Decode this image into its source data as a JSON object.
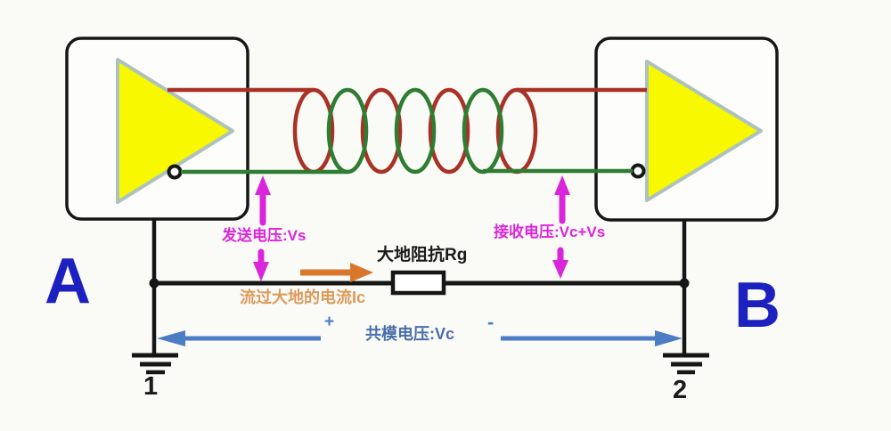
{
  "page": {
    "background": "#FAFAF7"
  },
  "nodes": {
    "a": "A",
    "b": "B"
  },
  "grounds": {
    "left_label": "1",
    "right_label": "2"
  },
  "annotations": {
    "send_voltage": "发送电压:Vs",
    "receive_voltage": "接收电压:Vc+Vs",
    "earth_impedance": "大地阻抗Rg",
    "earth_current": "流过大地的电流Ic",
    "common_mode": "共模电压:Vc",
    "common_mode_plus": "+",
    "common_mode_minus": "-"
  },
  "colors": {
    "wire_positive_red": "#A93226",
    "wire_negative_green": "#2E7D32",
    "voltage_arrow_magenta": "#DA26DA",
    "current_arrow_orange": "#D9782D",
    "current_text_orange": "#DB9A5A",
    "common_mode_blue": "#4C7CC4",
    "common_mode_text_blue": "#4A6FA8",
    "node_letter_blue": "#1C20BE",
    "circuit_black": "#161616",
    "label_black": "#1A1A1A",
    "amplifier_yellow": "#F8F800",
    "amplifier_outline": "#AEC2BD",
    "box_fill": "#FDFDFB"
  },
  "icons": {
    "driver": "amplifier-triangle-icon",
    "receiver": "amplifier-triangle-icon",
    "inversion": "inversion-bubble-icon",
    "ground": "earth-ground-icon",
    "resistor": "resistor-icon",
    "twisted_pair": "twisted-pair-icon"
  }
}
